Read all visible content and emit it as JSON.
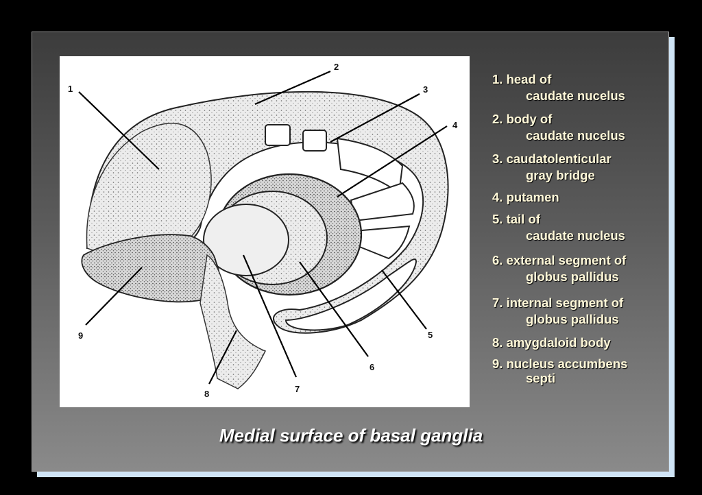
{
  "figure": {
    "labels": [
      "1",
      "2",
      "3",
      "4",
      "5",
      "6",
      "7",
      "8",
      "9"
    ]
  },
  "legend": [
    {
      "line1": "1. head of",
      "line2": "caudate nucelus"
    },
    {
      "line1": "2. body of",
      "line2": "caudate nucelus"
    },
    {
      "line1": "3. caudatolenticular",
      "line2": "gray bridge"
    },
    {
      "line1": "4. putamen",
      "line2": ""
    },
    {
      "line1": "5. tail of",
      "line2": "caudate nucleus"
    },
    {
      "line1": "6. external segment of",
      "line2": "globus pallidus"
    },
    {
      "line1": "7. internal segment of",
      "line2": "globus pallidus"
    },
    {
      "line1": "8. amygdaloid body",
      "line2": ""
    },
    {
      "line1": "9. nucleus accumbens",
      "line2": "septi"
    }
  ],
  "caption": "Medial surface of basal ganglia",
  "colors": {
    "background": "#000000",
    "slide_top": "#3c3c3c",
    "slide_bottom": "#8a8a8a",
    "legend_text": "#fff8d8",
    "caption_text": "#ffffff"
  }
}
